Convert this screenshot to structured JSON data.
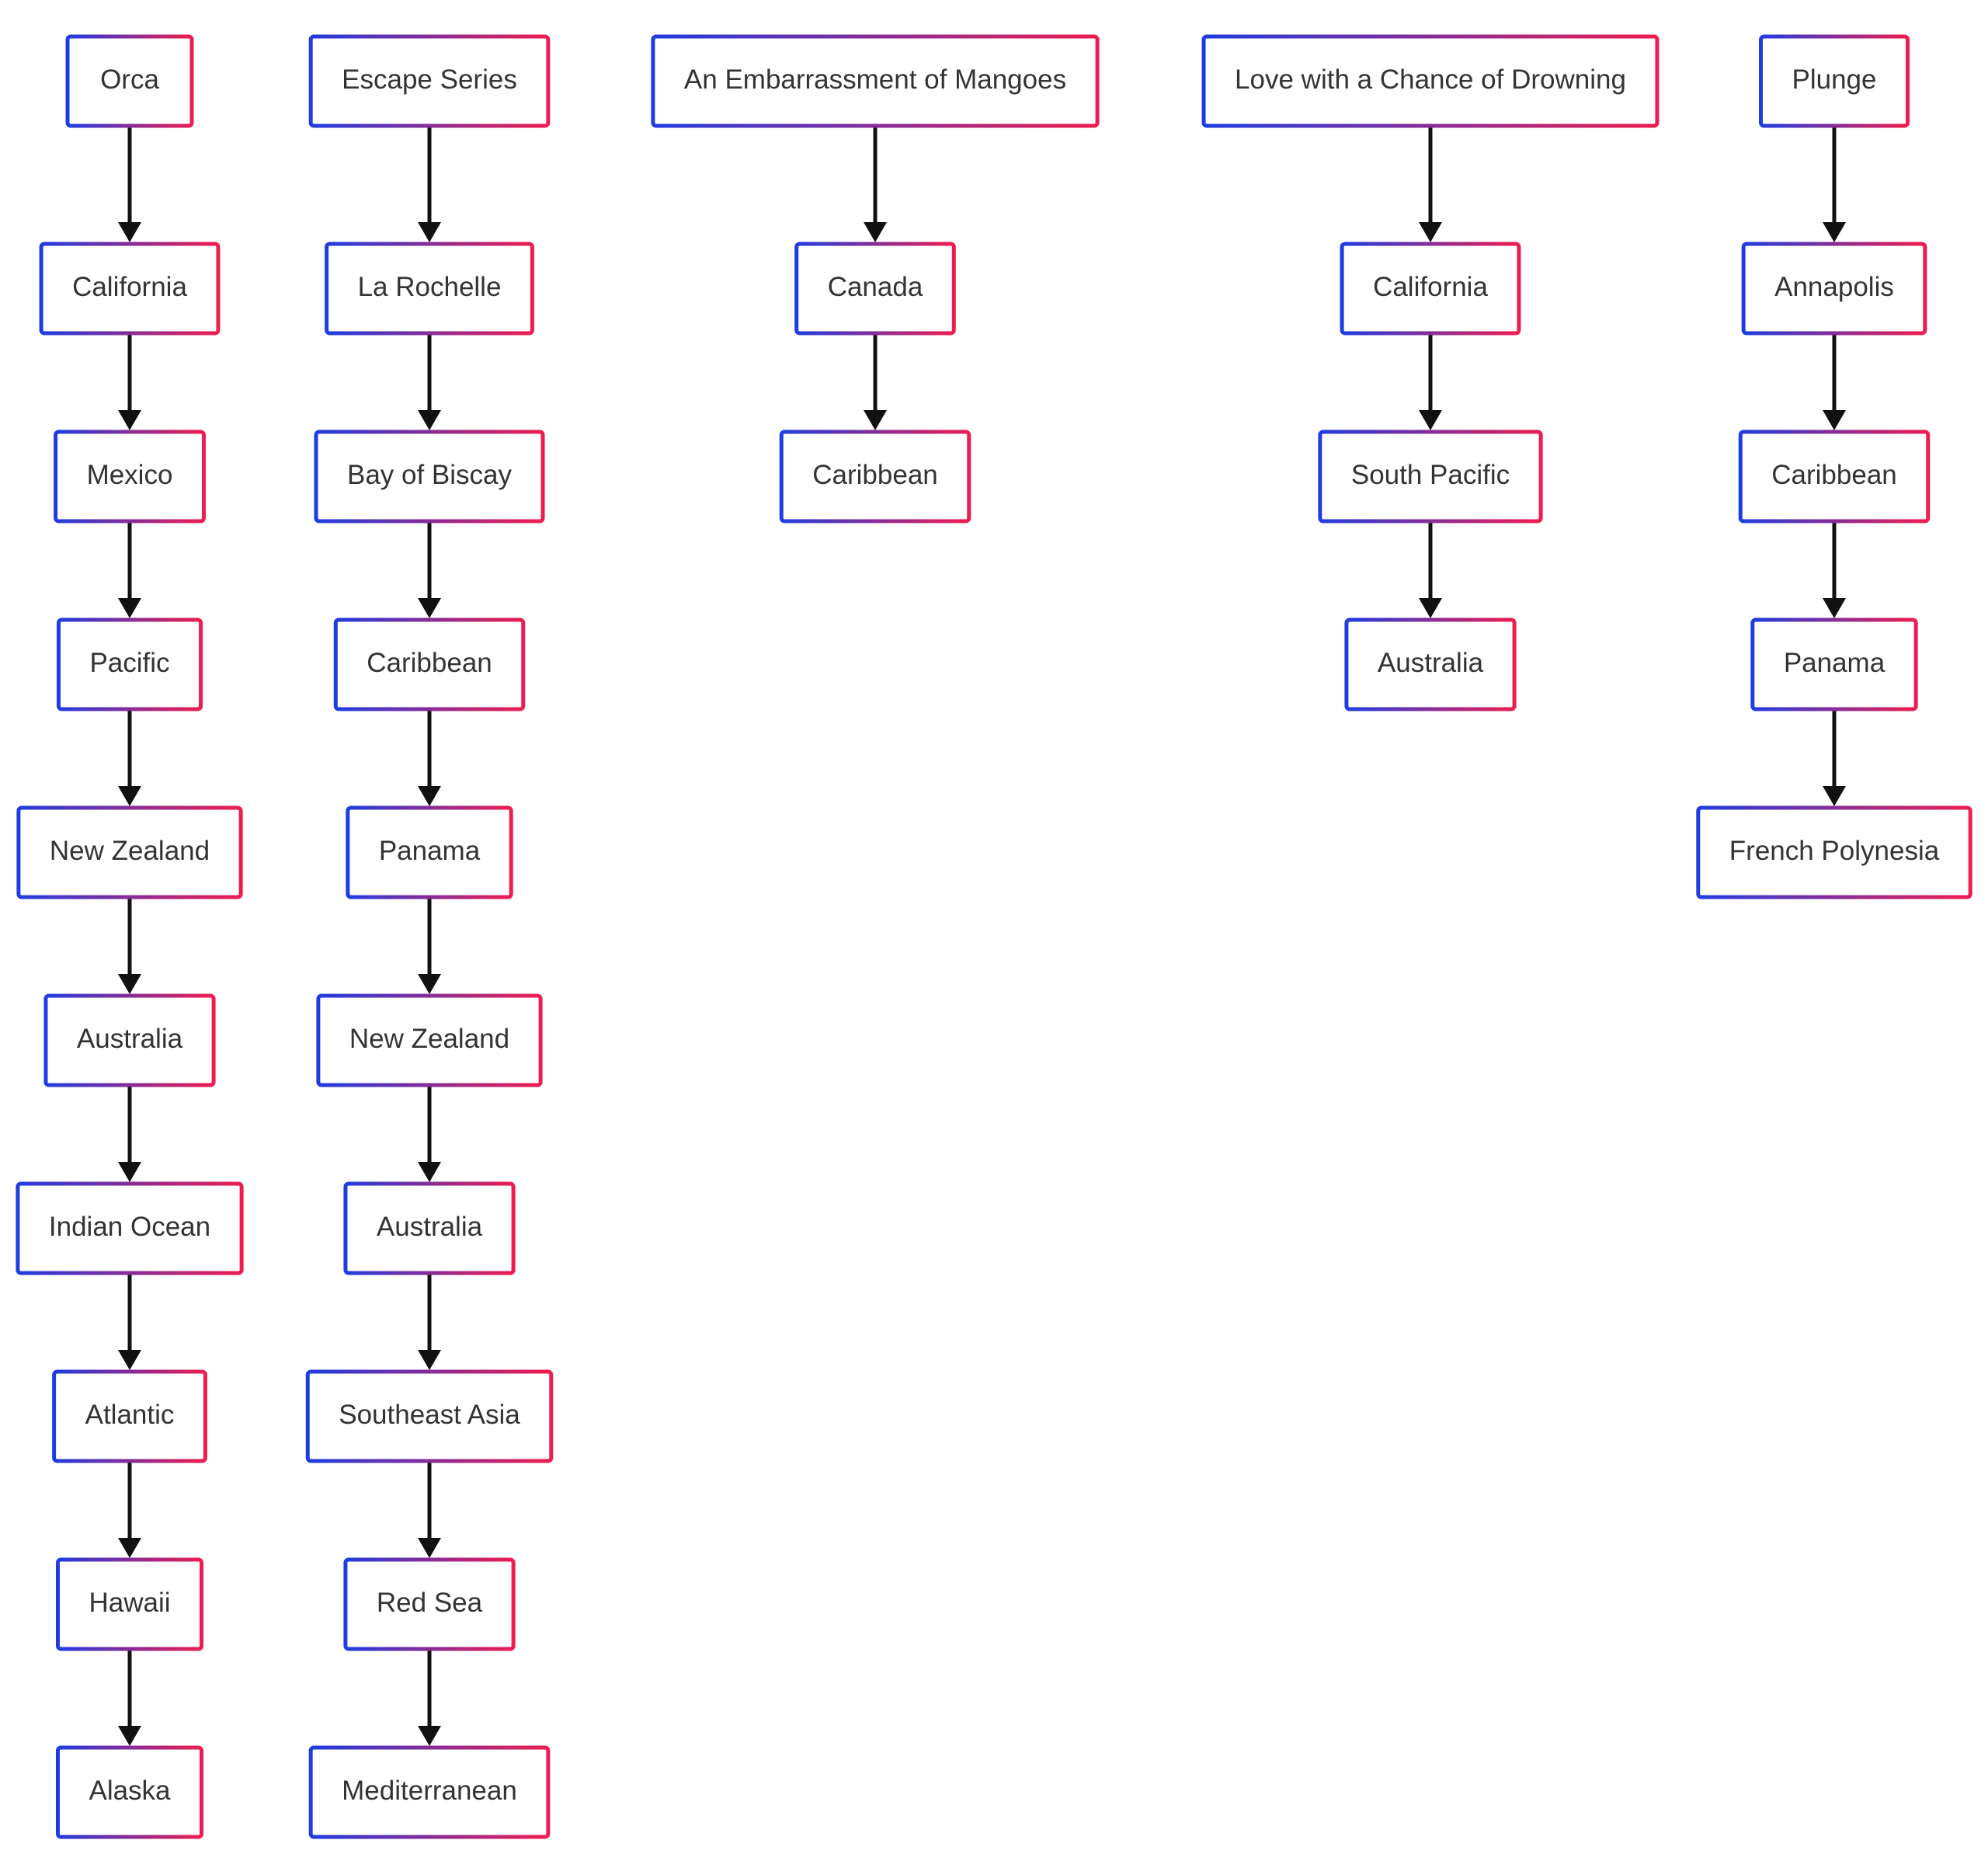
{
  "colors": {
    "border_gradient_start": "#1f3ce0",
    "border_gradient_end": "#ee1d4f",
    "arrow": "#111111",
    "text": "#333333"
  },
  "chains": [
    {
      "title": "Orca",
      "stops": [
        "California",
        "Mexico",
        "Pacific",
        "New Zealand",
        "Australia",
        "Indian Ocean",
        "Atlantic",
        "Hawaii",
        "Alaska"
      ]
    },
    {
      "title": "Escape Series",
      "stops": [
        "La Rochelle",
        "Bay of Biscay",
        "Caribbean",
        "Panama",
        "New Zealand",
        "Australia",
        "Southeast Asia",
        "Red Sea",
        "Mediterranean"
      ]
    },
    {
      "title": "An Embarrassment of Mangoes",
      "stops": [
        "Canada",
        "Caribbean"
      ]
    },
    {
      "title": "Love with a Chance of Drowning",
      "stops": [
        "California",
        "South Pacific",
        "Australia"
      ]
    },
    {
      "title": "Plunge",
      "stops": [
        "Annapolis",
        "Caribbean",
        "Panama",
        "French Polynesia"
      ]
    }
  ]
}
